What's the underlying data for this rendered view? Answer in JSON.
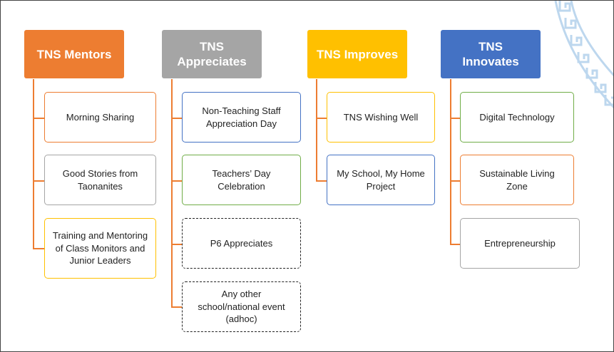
{
  "colors": {
    "mentors": "#ED7D31",
    "appreciates": "#A5A5A5",
    "improves": "#FFC000",
    "innovates": "#4472C4",
    "green": "#70AD47",
    "gray": "#A5A5A5",
    "dashed": "#222222",
    "pattern": "#BDD7EE"
  },
  "columns": [
    {
      "title": "TNS Mentors",
      "items": [
        "Morning Sharing",
        "Good Stories from Taonanites",
        "Training and Mentoring of Class Monitors and Junior Leaders"
      ]
    },
    {
      "title": "TNS Appreciates",
      "items": [
        "Non-Teaching Staff Appreciation Day",
        "Teachers’ Day Celebration",
        "P6 Appreciates",
        "Any other school/national event (adhoc)"
      ]
    },
    {
      "title": "TNS Improves",
      "items": [
        "TNS Wishing Well",
        "My School, My Home Project"
      ]
    },
    {
      "title": "TNS Innovates",
      "items": [
        "Digital Technology",
        "Sustainable Living Zone",
        "Entrepreneurship"
      ]
    }
  ]
}
